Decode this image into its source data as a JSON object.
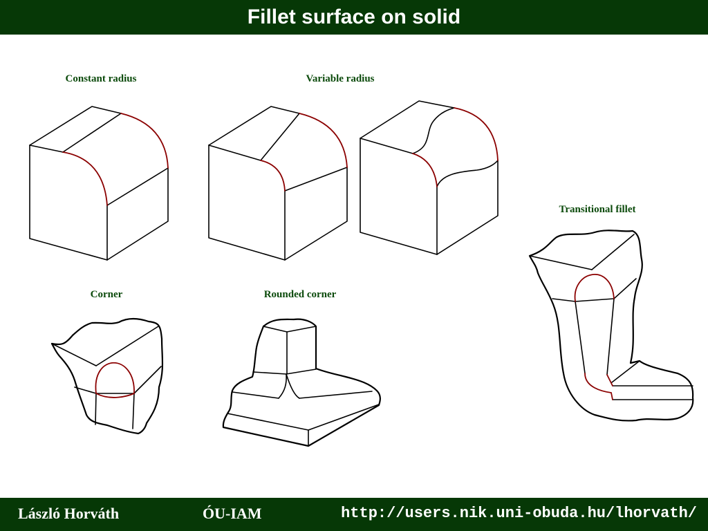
{
  "slide": {
    "title": "Fillet surface on solid",
    "labels": {
      "constant_radius": "Constant radius",
      "variable_radius": "Variable radius",
      "transitional_fillet": "Transitional fillet",
      "corner": "Corner",
      "rounded_corner": "Rounded corner"
    }
  },
  "footer": {
    "author": "László Horváth",
    "institution": "ÓU-IAM",
    "url": "http://users.nik.uni-obuda.hu/lhorvath/"
  },
  "colors": {
    "header_bg": "#063806",
    "label_text": "#0b4a0b",
    "fillet_curve": "#8b0000",
    "edge": "#000000"
  }
}
